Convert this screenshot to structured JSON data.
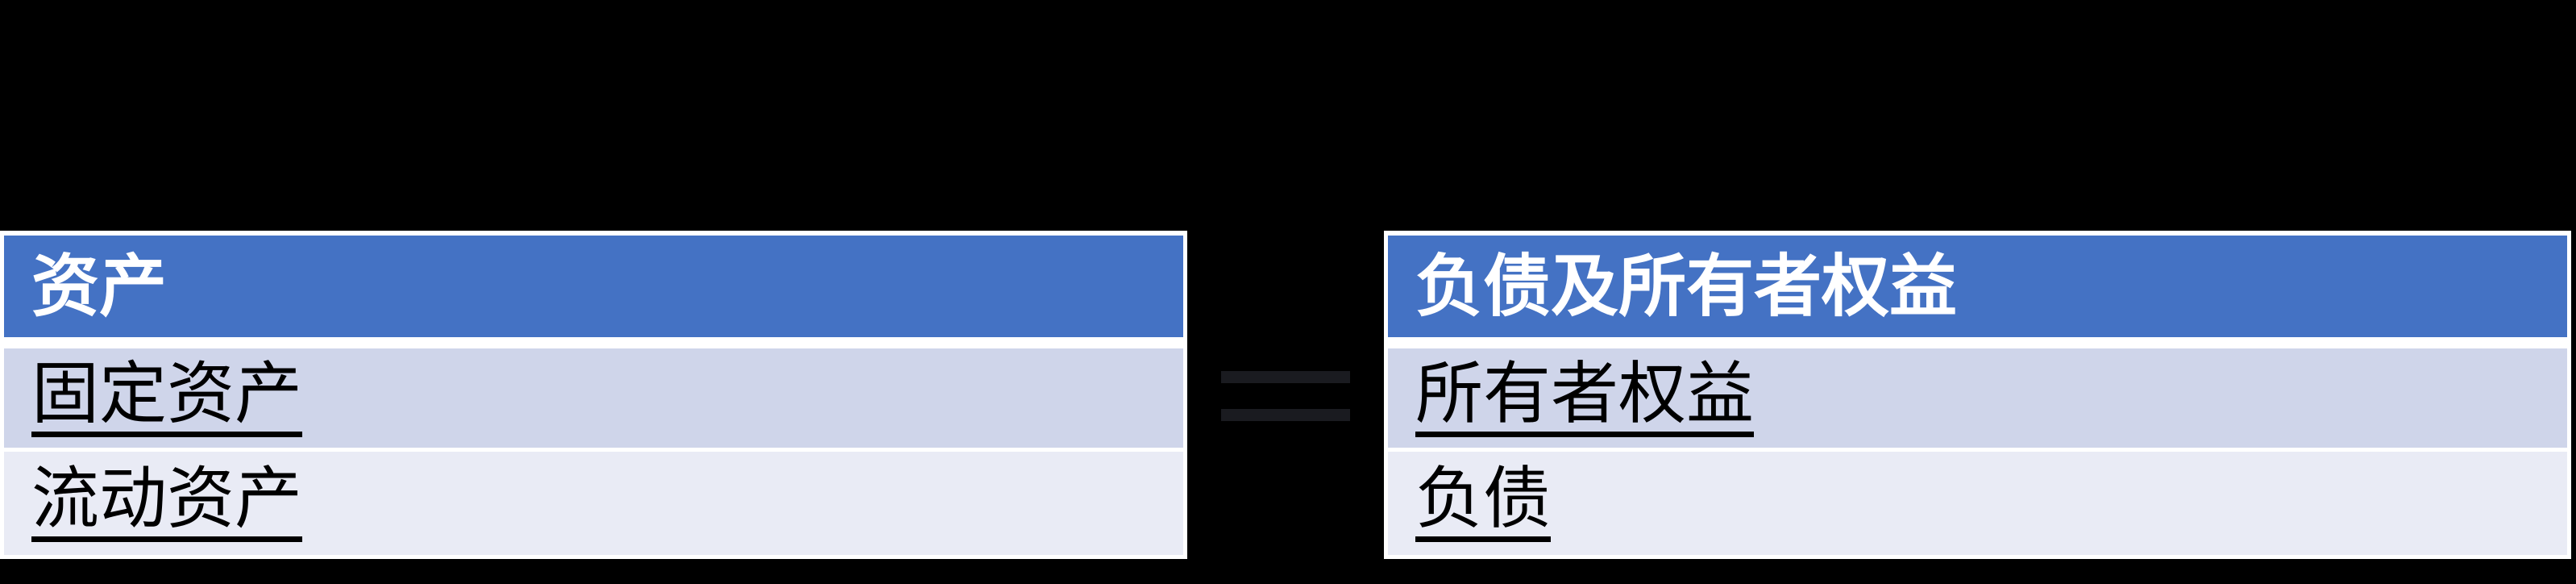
{
  "background_color": "#000000",
  "colors": {
    "header_fill": "#4472C4",
    "band_row1_fill": "#CFD5EA",
    "band_row2_fill": "#E9EBF5",
    "table_border": "#ffffff",
    "header_text": "#ffffff",
    "row_text": "#000000",
    "equals_sign": "#1a1b20"
  },
  "assets_table": {
    "header": "资产",
    "rows": [
      "固定资产",
      "流动资产"
    ]
  },
  "equation": {
    "operator": "="
  },
  "liabilities_equity_table": {
    "header": "负债及所有者权益",
    "rows": [
      "所有者权益",
      "负债"
    ]
  }
}
